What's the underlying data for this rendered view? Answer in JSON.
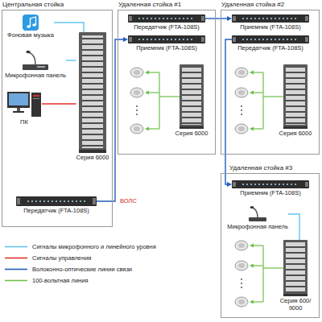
{
  "diagram": {
    "nodes": [
      {
        "text": [
          "Центральная стойка"
        ]
      },
      {
        "text": [
          "Фоновая музыка"
        ],
        "in": 0
      },
      {
        "text": [
          "Микрофонная панель"
        ],
        "in": 0
      },
      {
        "text": [
          "ПК"
        ],
        "in": 0
      },
      {
        "text": [
          "Серия 6000"
        ],
        "in": 0
      },
      {
        "text": [
          "Передатчик (FTA-108S)"
        ],
        "in": 0
      },
      {
        "text": [
          "Удаленная стойка #1"
        ]
      },
      {
        "text": [
          "Передатчик (FTA-108S)"
        ],
        "in": 6
      },
      {
        "text": [
          "Приемник (FTA-108S)"
        ],
        "in": 6
      },
      {
        "text": [
          "Серия 6000"
        ],
        "in": 6
      },
      {
        "text": [
          "Удаленная стойка #2"
        ]
      },
      {
        "text": [
          "Приемник (FTA-108S)"
        ],
        "in": 10
      },
      {
        "text": [
          "Передатчик (FTA-108S)"
        ],
        "in": 10
      },
      {
        "text": [
          "Серия 6000"
        ],
        "in": 10
      },
      {
        "text": [
          "Удаленная стойка #3"
        ]
      },
      {
        "text": [
          "Приемник (FTA-108S)"
        ],
        "in": 14
      },
      {
        "text": [
          "Микрофонная панель"
        ],
        "in": 14
      },
      {
        "text": [
          "Серия 600/ 9000"
        ],
        "in": 14
      }
    ],
    "edges": [
      {
        "from": 1,
        "to": 4,
        "arrow": "none"
      },
      {
        "from": 2,
        "to": 4,
        "arrow": "none"
      },
      {
        "from": 3,
        "to": 4,
        "arrow": "none"
      },
      {
        "from": 5,
        "to": 8,
        "label": "ВОЛС",
        "arrow": "to"
      },
      {
        "from": 7,
        "to": 11,
        "arrow": "to"
      },
      {
        "from": 12,
        "to": 15,
        "arrow": "to"
      },
      {
        "from": 16,
        "to": 17,
        "arrow": "none"
      }
    ],
    "legend": [
      {
        "text": "Сигналы микрофонного и линейного уровня"
      },
      {
        "text": "Сигналы управления"
      },
      {
        "text": "Волоконно-оптические линии связи"
      },
      {
        "text": "100-вольтная линия"
      }
    ]
  }
}
